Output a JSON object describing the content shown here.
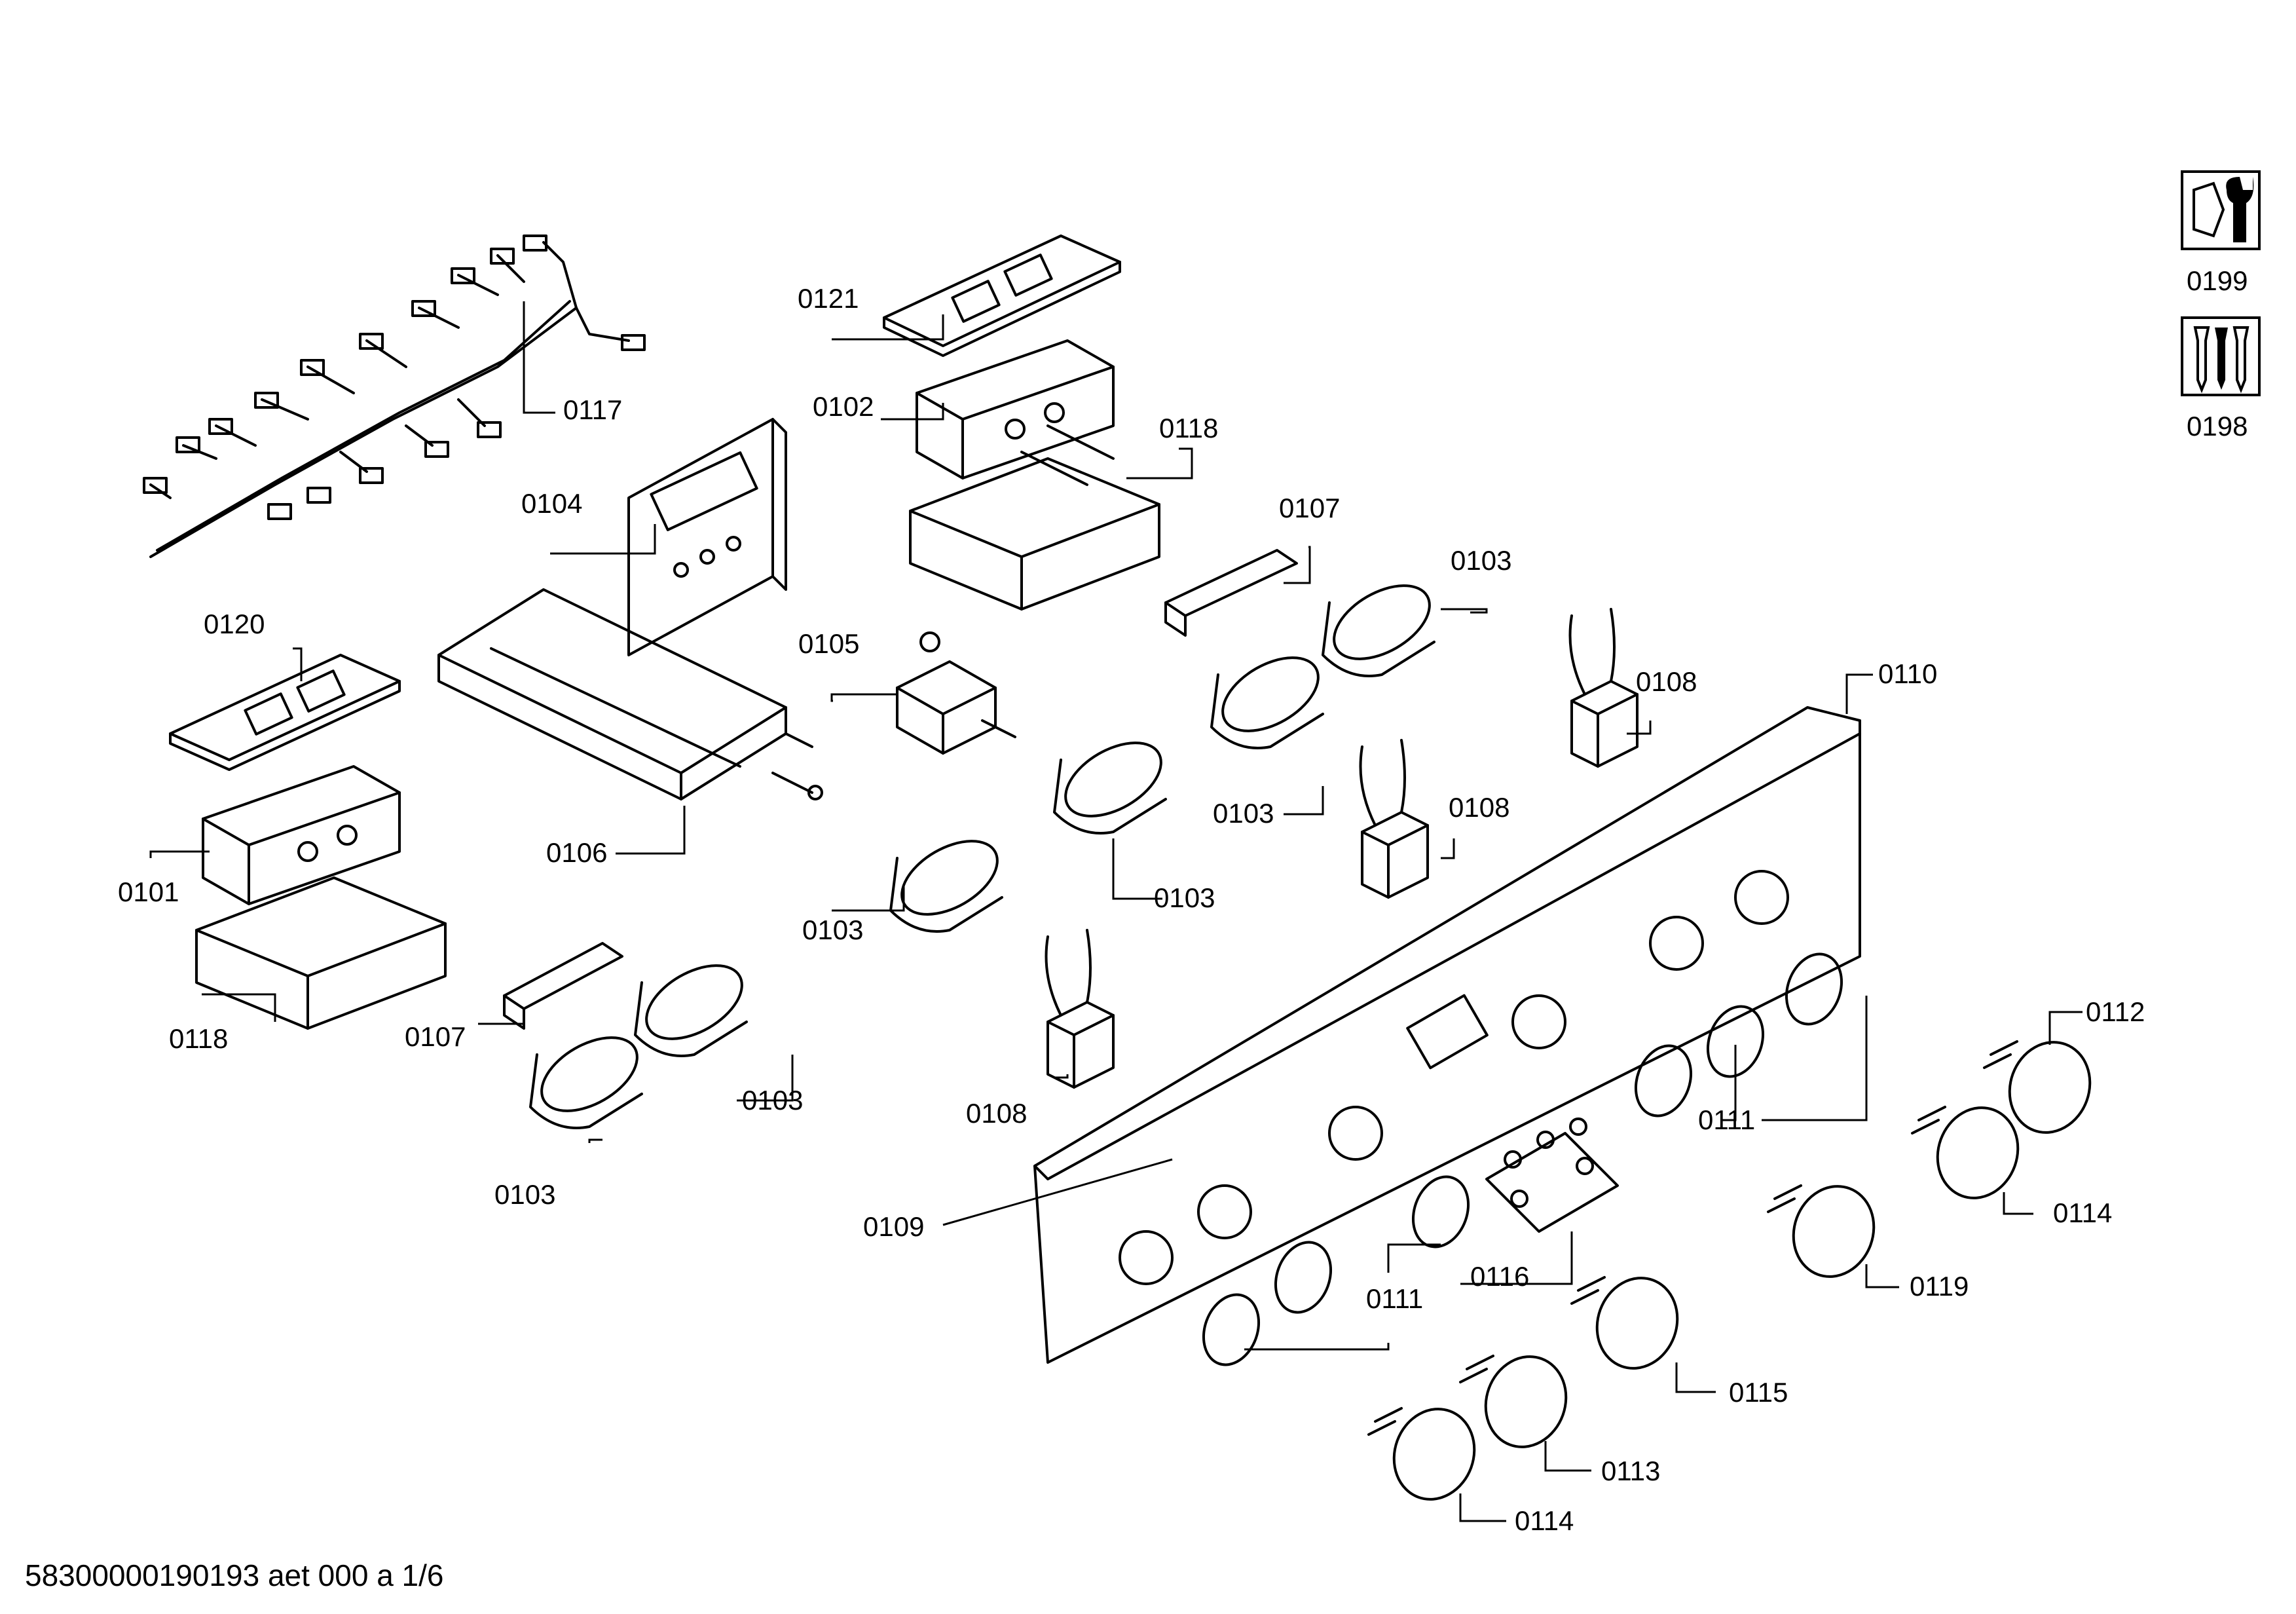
{
  "diagram": {
    "callouts": {
      "c0121": "0121",
      "c0117": "0117",
      "c0102": "0102",
      "c0118a": "0118",
      "c0104": "0104",
      "c0107a": "0107",
      "c0103a": "0103",
      "c0120": "0120",
      "c0105": "0105",
      "c0108a": "0108",
      "c0110": "0110",
      "c0103b": "0103",
      "c0108b": "0108",
      "c0101": "0101",
      "c0106": "0106",
      "c0103c": "0103",
      "c0103d": "0103",
      "c0118b": "0118",
      "c0107b": "0107",
      "c0103e": "0103",
      "c0112": "0112",
      "c0108c": "0108",
      "c0111a": "0111",
      "c0103f": "0103",
      "c0114a": "0114",
      "c0109": "0109",
      "c0119": "0119",
      "c0116": "0116",
      "c0111b": "0111",
      "c0115": "0115",
      "c0113": "0113",
      "c0114b": "0114",
      "c0199": "0199",
      "c0198": "0198"
    },
    "icons": {
      "tool_icon": "nut-and-wrench-icon",
      "screws_icon": "screws-icon"
    },
    "footer": "58300000190193 aet 000 a 1/6"
  }
}
